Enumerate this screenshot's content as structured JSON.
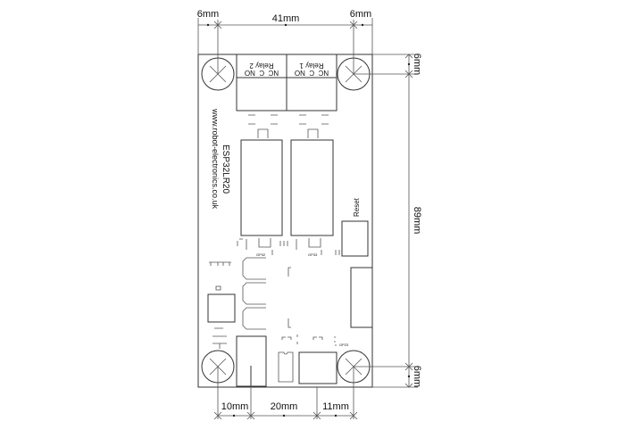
{
  "dimensions": {
    "top_left": "6mm",
    "top_middle": "41mm",
    "top_right": "6mm",
    "right_top": "6mm",
    "right_middle": "89mm",
    "right_bottom": "6mm",
    "bottom_left": "10mm",
    "bottom_middle": "20mm",
    "bottom_right": "11mm"
  },
  "board": {
    "name": "ESP32LR20",
    "website": "www.robot-electronics.co.uk",
    "reset_label": "Reset",
    "relay1_label": "Relay 1",
    "relay2_label": "Relay 2",
    "relay1_pins": "NC  C  NO",
    "relay2_pins": "NC  C  NO",
    "gpio_labels": [
      "GP32",
      "GP33",
      "GP23"
    ]
  }
}
